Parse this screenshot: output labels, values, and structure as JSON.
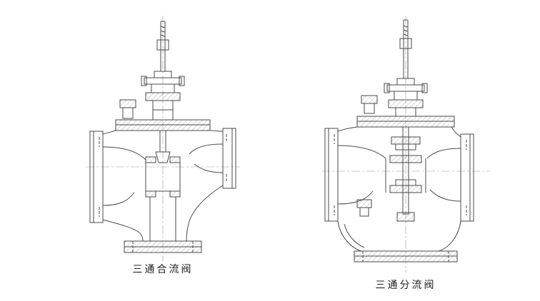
{
  "page": {
    "background_color": "#ffffff"
  },
  "figures": [
    {
      "id": "converging-three-way-valve",
      "caption": "三通合流阀"
    },
    {
      "id": "diverting-three-way-valve",
      "caption": "三通分流阀"
    }
  ],
  "style": {
    "line_color": "#4a4a4a",
    "hatch_color": "#8a8a8a",
    "centerline_color": "#9a9a9a",
    "caption_color": "#222222"
  }
}
